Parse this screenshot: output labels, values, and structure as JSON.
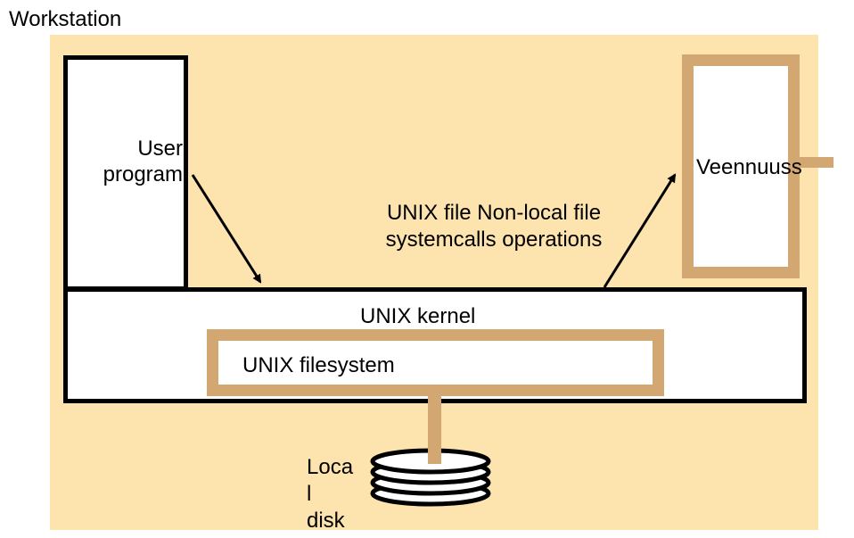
{
  "labels": {
    "workstation": "Workstation",
    "user_program": [
      "User",
      "program"
    ],
    "venus": "Veennuuss",
    "calls": [
      "UNIX file Non-local file",
      "systemcalls operations"
    ],
    "kernel": "UNIX kernel",
    "filesystem": "UNIX filesystem",
    "disk": [
      "Loca",
      "l",
      "disk"
    ]
  },
  "colors": {
    "workstation_fill": "#fde3ad",
    "accent_border": "#d3a772",
    "box_fill": "#ffffff",
    "line": "#000000"
  }
}
